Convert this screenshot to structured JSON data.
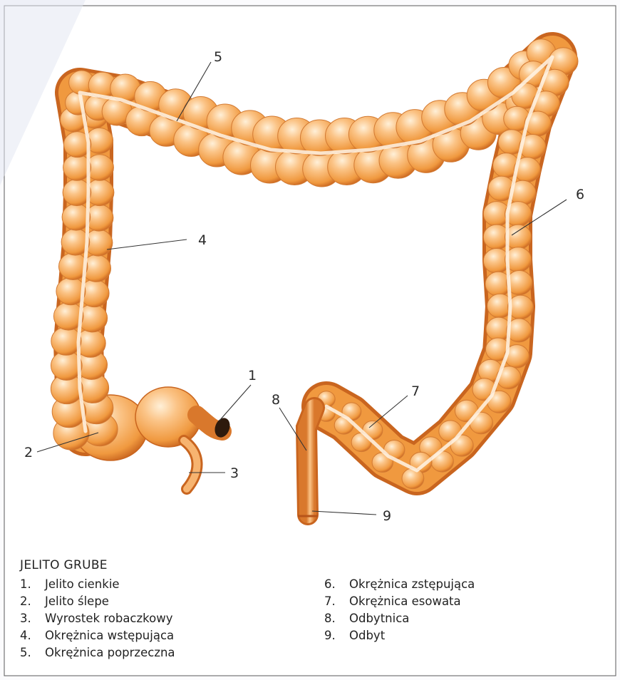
{
  "diagram": {
    "callouts": [
      "1",
      "2",
      "3",
      "4",
      "5",
      "6",
      "7",
      "8",
      "9"
    ],
    "legend_title": "JELITO GRUBE",
    "legend_left": [
      {
        "num": "1.",
        "label": "Jelito cienkie"
      },
      {
        "num": "2.",
        "label": "Jelito ślepe"
      },
      {
        "num": "3.",
        "label": "Wyrostek robaczkowy"
      },
      {
        "num": "4.",
        "label": "Okrężnica wstępująca"
      },
      {
        "num": "5.",
        "label": "Okrężnica poprzeczna"
      }
    ],
    "legend_right": [
      {
        "num": "6.",
        "label": "Okrężnica zstępująca"
      },
      {
        "num": "7.",
        "label": "Okrężnica esowata"
      },
      {
        "num": "8.",
        "label": "Odbytnica"
      },
      {
        "num": "9.",
        "label": "Odbyt"
      }
    ],
    "colors": {
      "colon_light": "#fbc487",
      "colon_mid": "#f0993f",
      "colon_dark": "#c9651f",
      "frame": "#5a5a5a",
      "text": "#222222"
    }
  }
}
